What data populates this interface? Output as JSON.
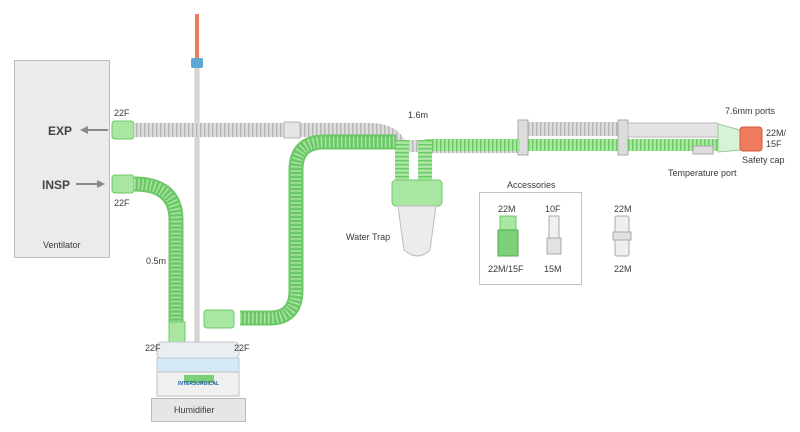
{
  "ventilator": {
    "label": "Ventilator",
    "exp_label": "EXP",
    "insp_label": "INSP"
  },
  "humidifier": {
    "label": "Humidifier",
    "brand": "INTERSURGICAL"
  },
  "labels": {
    "exp_22f": "22F",
    "insp_22f": "22F",
    "tube_short": "0.5m",
    "tube_long": "1.6m",
    "humid_left_22f": "22F",
    "humid_right_22f": "22F",
    "water_trap": "Water Trap",
    "ports": "7.6mm ports",
    "patient_22m": "22M/",
    "patient_15f": "15F",
    "safety_cap": "Safety cap",
    "temperature_port": "Temperature port"
  },
  "accessories": {
    "title": "Accessories",
    "items": [
      {
        "top": "22M",
        "bottom": "22M/15F",
        "color": "#8fd98a"
      },
      {
        "top": "10F",
        "bottom": "15M",
        "color": "#e2e2e2"
      },
      {
        "top": "22M",
        "bottom": "22M",
        "color": "#e8e8e8"
      }
    ]
  },
  "colors": {
    "tube_green": "#9fe39b",
    "tube_grey": "#d4d4d4",
    "cap_red": "#f07a5e",
    "box_grey": "#ebebeb"
  }
}
